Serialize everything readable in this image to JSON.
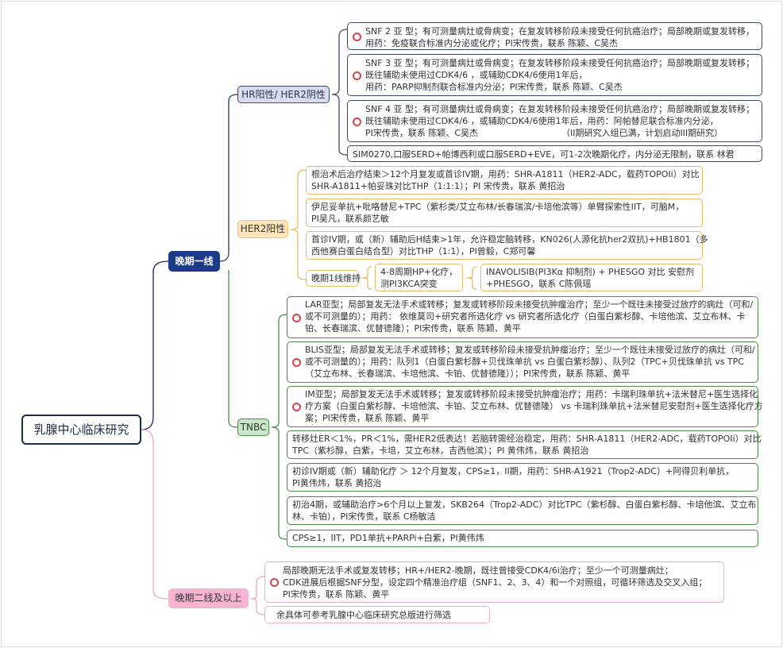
{
  "root": {
    "label": "乳腺中心临床研究"
  },
  "branches": {
    "first_line": {
      "label": "晚期一线"
    },
    "second_line": {
      "label": "晚期二线及以上"
    }
  },
  "hr_pos": {
    "label": "HR阳性/ HER2阴性",
    "items": [
      {
        "lines": [
          "SNF 2 亚 型；有可测量病灶或骨病变；在复发转移阶段未接受任何抗癌治疗；局部晚期或复发转移，",
          "用药：免疫联合标准内分泌或化疗；PI宋传贵，联系 陈颖、C吴杰"
        ]
      },
      {
        "lines": [
          "SNF 3 亚 型；有可测量病灶或骨病变；在复发转移阶段未接受任何抗癌治疗；局部晚期或复发转移；",
          "既往辅助未使用过CDK4/6 ，或辅助CDK4/6使用1年后，",
          "用药：PARP抑制剂联合标准内分泌；PI宋传贵，联系 陈颖、C吴杰"
        ]
      },
      {
        "lines": [
          "SNF 4 亚 型；有可测量病灶或骨病变；在复发转移阶段未接受任何抗癌治疗；局部晚期或复发转移；",
          "既往辅助未使用过CDK4/6 ，或辅助CDK4/6使用1年后，用药：阿帕替尼联合标准内分泌，",
          "PI宋传贵，联系 陈颖、C吴杰                              （II期研究入组已满，计划启动III期研究）"
        ]
      },
      {
        "lines": [
          "SIM0270,口服SERD+帕博西利或口服SERD+EVE，可1-2次晚期化疗，内分泌无限制，联系 林君"
        ]
      }
    ]
  },
  "her2_pos": {
    "label": "HER2阳性",
    "items": [
      {
        "lines": [
          "根治术后治疗结束＞12个月复发或首诊IV期，用药：SHR-A1811（HER2-ADC，载药TOPOIi）对比",
          "SHR-A1811+帕妥珠对比THP（1:1:1）；PI 宋传贵，联系 黄招治"
        ]
      },
      {
        "lines": [
          "伊尼妥单抗+吡咯替尼+TPC（紫杉类/艾立布林/长春瑞滨/卡培他滨等）单臂探索性IIT，可脑M，",
          "PI吴凡，联系颜艺敏"
        ]
      },
      {
        "lines": [
          "首诊IV期，或（新）辅助后H结束>1年，允许稳定脑转移，KN026(人源化抗her2双抗)+HB1801（多",
          "西他赛白蛋白结合型）对比THP（1:1），PI曾毅，C郑可馨"
        ]
      }
    ],
    "maintenance": {
      "label": "晚期1线维持",
      "step": {
        "lines": [
          "4-8周期HP+化疗，",
          "测PI3KCA突变"
        ]
      },
      "trial": {
        "lines": [
          "INAVOLISIB(PI3Kα 抑制剂) + PHESGO  对比 安慰剂",
          "+PHESGO，联系 C陈佩瑶"
        ]
      }
    }
  },
  "tnbc": {
    "label": "TNBC",
    "items": [
      {
        "lines": [
          "LAR亚型；局部复发无法手术或转移；复发或转移阶段未接受抗肿瘤治疗；至少一个既往未接受过放疗的病灶（可和/",
          "或不可测量的）；用药： 依维莫司+研究者所选化疗 vs 研究者所选化疗（白蛋白紫杉醇、卡培他滨、艾立布林、卡",
          "铂、长春瑞滨、优替德隆）；PI宋传贵，联系 陈颖、黄平"
        ]
      },
      {
        "lines": [
          "BLIS亚型；局部复发无法手术或转移；复发或转移阶段未接受抗肿瘤治疗；至少一个既往未接受过放疗的病灶（可和/",
          "或不可测量的）；用药：队列1（白蛋白紫杉醇+贝伐珠单抗 vs 白蛋白紫杉醇）、队列2（TPC+贝伐珠单抗 vs TPC",
          "（艾立布林、长春瑞滨、卡培他滨、卡铂、优替德隆））；PI宋传贵，联系 陈颖、黄平"
        ]
      },
      {
        "lines": [
          "IM亚型；局部复发无法手术或转移；复发或转移阶段未接受抗肿瘤治疗；用药：卡瑞利珠单抗+法米替尼+医生选择化",
          "疗方案（白蛋白紫杉醇、卡培他滨、卡铂、艾立布林、优替德隆） vs 卡瑞利珠单抗+法米替尼安慰剂+医生选择化疗方",
          "案；PI宋传贵，联系 陈颖、黄平"
        ]
      },
      {
        "lines": [
          "转移灶ER＜1%，PR＜1%，需HER2低表达！若脑转需经治稳定，用药：SHR-A1811（HER2-ADC，载药TOPOIi）对比",
          "TPC（紫杉醇，白紫，卡培，艾立布林，吉西他滨）；PI 黄伟炜，联系 黄招治"
        ]
      },
      {
        "lines": [
          "初诊IV期或（新）辅助化疗 ＞ 12个月复发，CPS≥1，II期，用药：SHR-A1921（Trop2-ADC）+阿得贝利单抗，",
          "PI黄伟炜，联系 黄招治"
        ]
      },
      {
        "lines": [
          "初治4期，或辅助治疗>6个月以上复发，SKB264（Trop2-ADC）对比TPC（紫杉醇、白蛋白紫杉醇、卡培他滨、艾立布",
          "林、卡铂），PI宋传贵，联系 C杨敏洁"
        ]
      },
      {
        "lines": [
          "CPS≥1，IIT，PD1单抗+PARPi+白紫，PI黄伟炜"
        ]
      }
    ]
  },
  "second_line_items": [
    {
      "lines": [
        "局部晚期无法手术或复发转移；HR+/HER2-晚期，既往曾接受CDK4/6i治疗；至少一个可测量病灶；",
        "CDK进展后根据SNF分型，设定四个精准治疗组（SNF1、2、3、4）和一个对照组，可循环筛选及交叉入组；",
        "PI宋传贵，联系 陈颖、黄平"
      ]
    },
    {
      "lines": [
        "余具体可参考乳腺中心临床研究总版进行筛选"
      ]
    }
  ],
  "colors": {
    "navy": "#1d3a8a",
    "hr": "#3b4a6b",
    "her2": "#e6bb66",
    "tnbc": "#4a8a4a",
    "pink": "#eab0c9",
    "icon": "#d9434b"
  }
}
